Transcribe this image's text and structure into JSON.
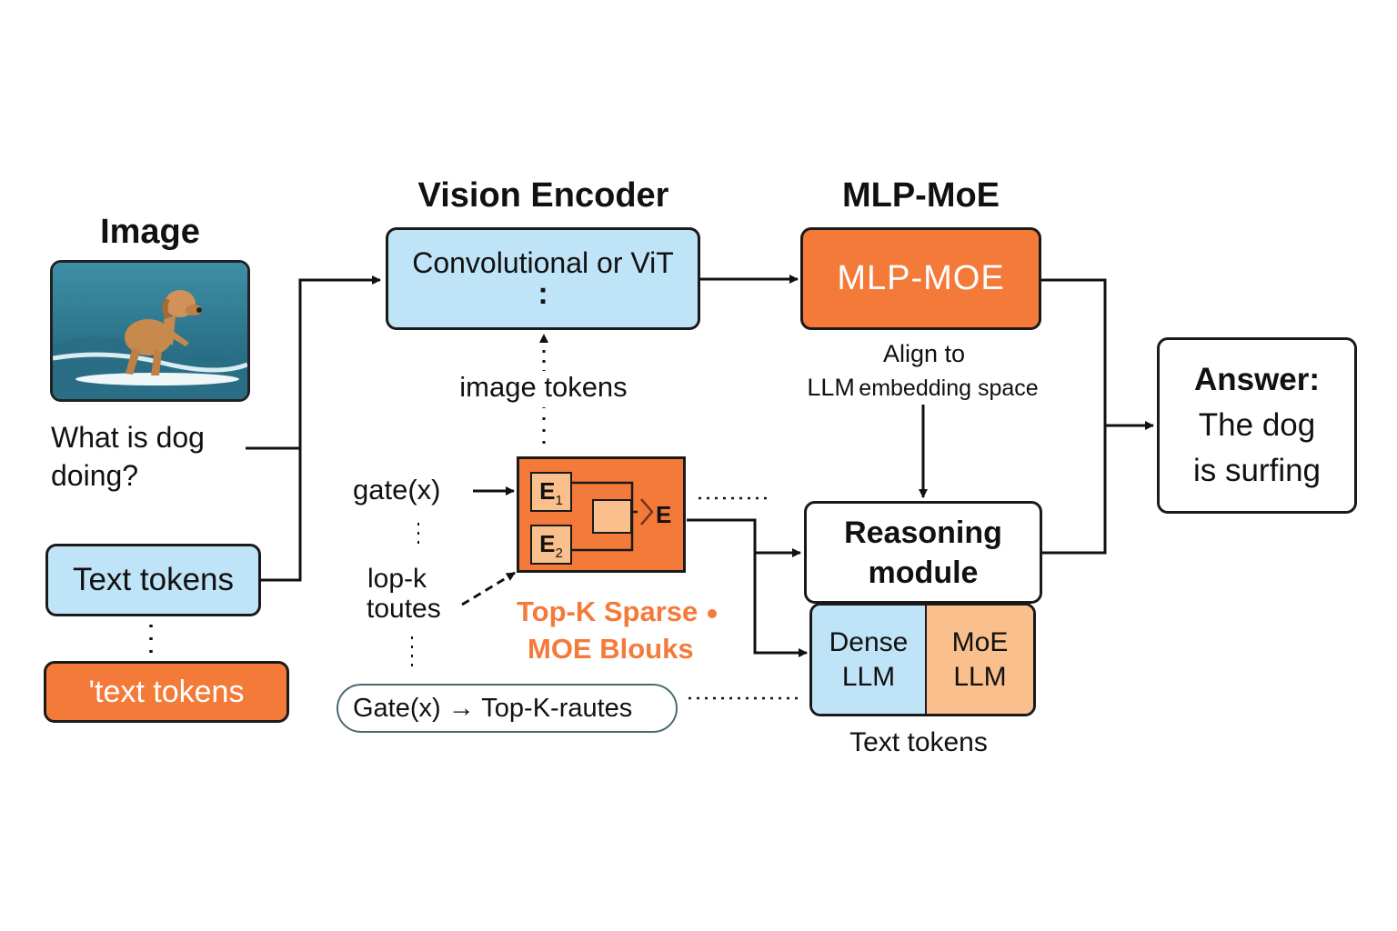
{
  "image_col": {
    "heading": "Image",
    "question_line1": "What is dog",
    "question_line2": "doing?",
    "text_tokens_label": "Text tokens",
    "orange_tokens_label": "'text tokens"
  },
  "vision": {
    "heading": "Vision Encoder",
    "box_label": "Convolutional or ViT",
    "box_dots": ":",
    "tokens_label": "image tokens"
  },
  "mlp": {
    "heading": "MLP-MoE",
    "box_label": "MLP-MOE",
    "align_line1": "Align to",
    "align_line2_a": "LLM",
    "align_line2_b": "embedding space"
  },
  "moe_block": {
    "gate_label": "gate(x)",
    "vdots1": ":",
    "topk_line1": "lop-k",
    "topk_line2": "toutes",
    "vdots2": ":",
    "e1": "E",
    "e1_sub": "1",
    "e2": "E",
    "e2_sub": "2",
    "e_out": "E",
    "caption_line1": "Top-K Sparse",
    "caption_line2": "MOE Blouks",
    "gate_formula": "Gate(x) → Top-K-rautes"
  },
  "reasoning": {
    "label_line1": "Reasoning",
    "label_line2": "module",
    "dense_line1": "Dense",
    "dense_line2": "LLM",
    "moe_line1": "MoE",
    "moe_line2": "LLM",
    "text_tokens": "Text tokens"
  },
  "answer": {
    "title": "Answer:",
    "line1": "The dog",
    "line2": "is surfing"
  },
  "colors": {
    "blue": "#bfe3f7",
    "orange": "#f47a3a",
    "light_orange": "#f9bf8c",
    "caption_orange": "#f47a3a"
  },
  "icons": {
    "photo": "dog-surfing-photo"
  }
}
